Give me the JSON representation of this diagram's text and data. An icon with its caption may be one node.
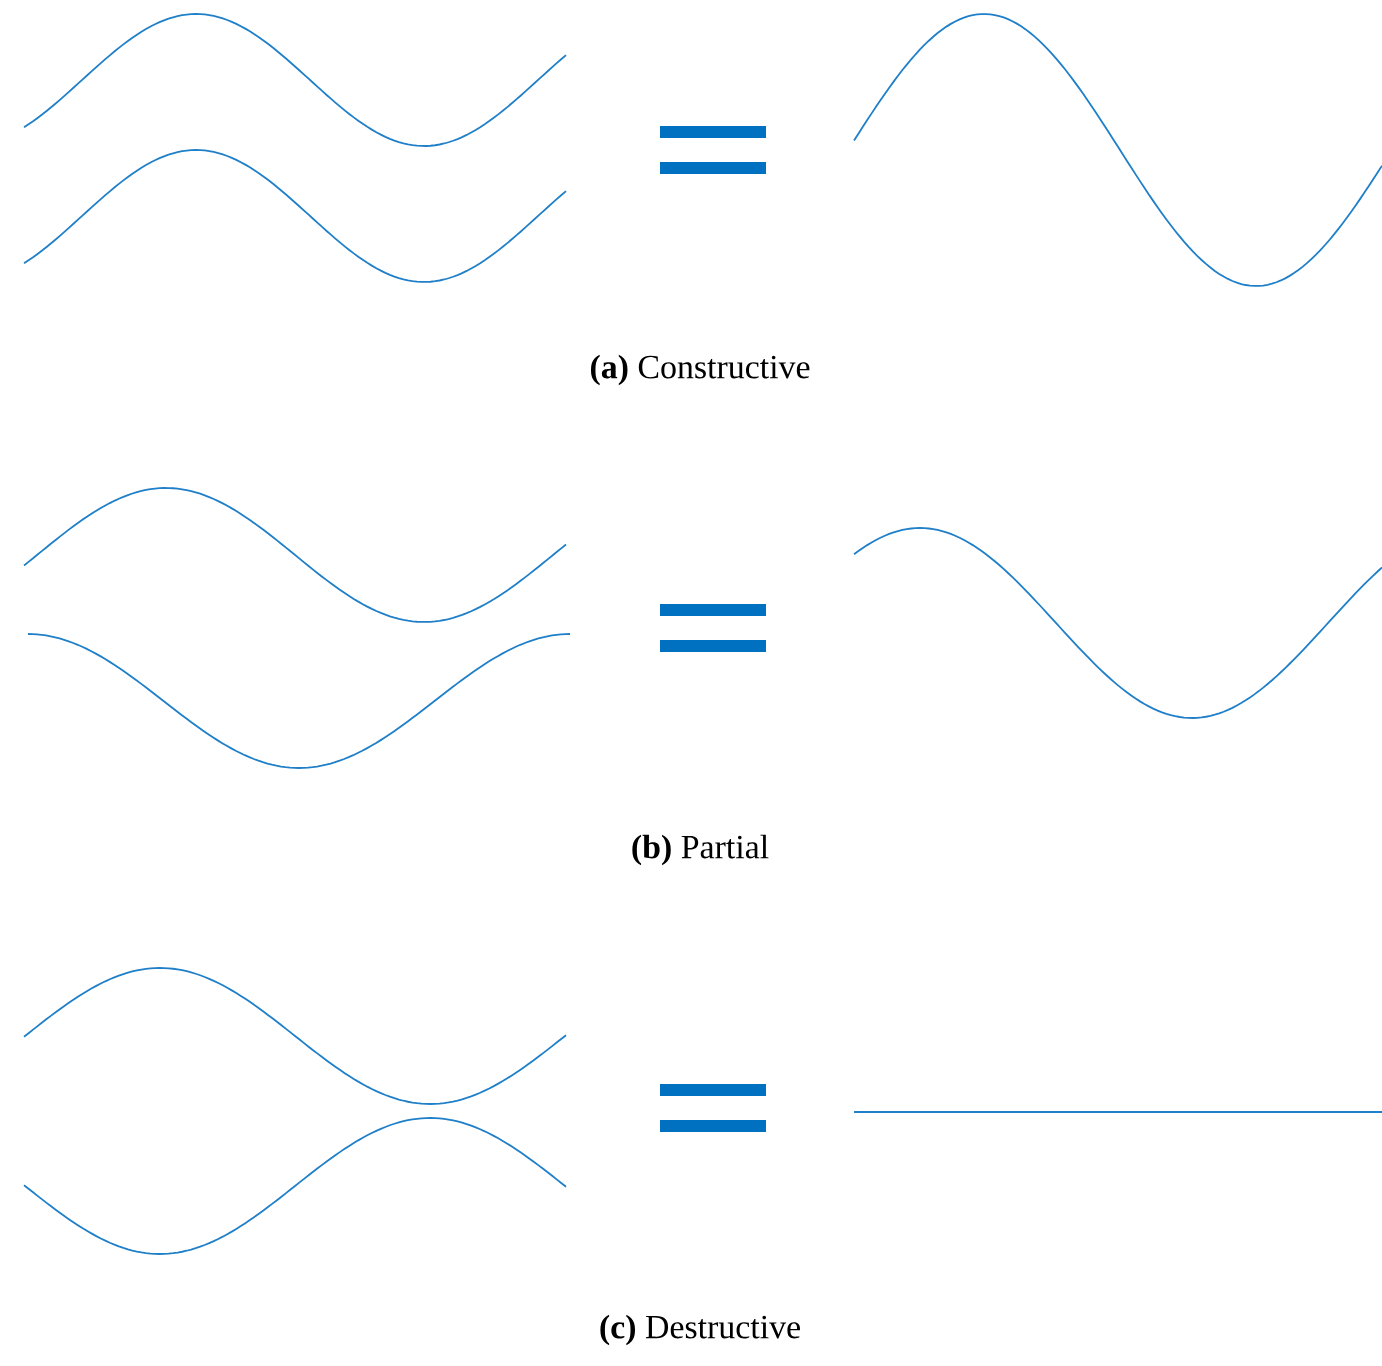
{
  "diagram": {
    "labels": [
      "**(a)** Constructive",
      "**(b)** Partial",
      "**(c)** Destructive"
    ]
  }
}
